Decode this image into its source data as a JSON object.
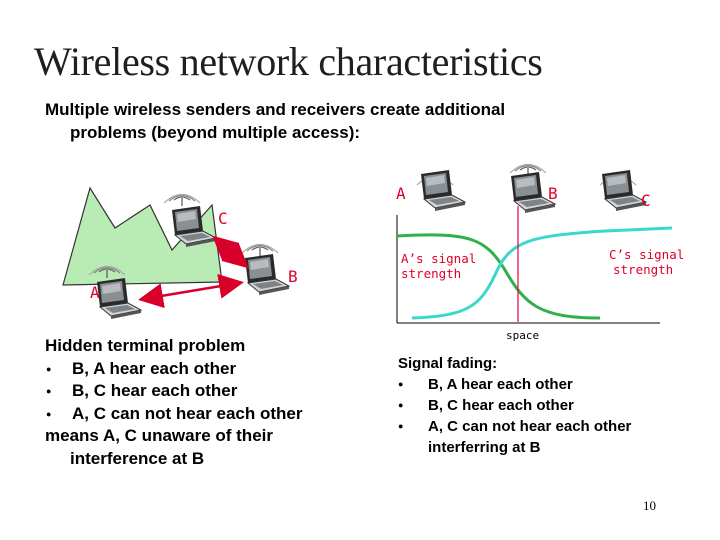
{
  "slide": {
    "title": "Wireless network characteristics",
    "intro": {
      "line1": "Multiple wireless senders and receivers create additional",
      "line2": "problems (beyond multiple access):"
    },
    "hidden_terminal": {
      "heading": "Hidden terminal problem",
      "bullets": [
        "B, A hear each other",
        "B, C hear each other",
        "A, C can not hear each other"
      ],
      "conclusion_line1": "means A, C unaware of their",
      "conclusion_line2": "interference at B"
    },
    "signal_fading": {
      "heading": "Signal fading:",
      "bullets": [
        "B, A hear each other",
        "B, C hear each other",
        "A, C can not hear each other"
      ],
      "bullet3_line2": "interferring at B"
    },
    "page_number": "10"
  },
  "left_diagram": {
    "node_a": "A",
    "node_b": "B",
    "node_c": "C"
  },
  "right_diagram": {
    "node_a": "A",
    "node_b": "B",
    "node_c": "C",
    "a_signal_label_line1": "A’s signal",
    "a_signal_label_line2": "strength",
    "c_signal_label_line1": "C’s signal",
    "c_signal_label_line2": "strength",
    "x_axis_label": "space"
  },
  "colors": {
    "node_label_red": "#e0002a",
    "a_curve": "#2fb04a",
    "c_curve": "#3ad8c8",
    "crossing_line": "#e8003c",
    "mountain_fill": "#b8ecb4",
    "arrow": "#d8002a"
  }
}
